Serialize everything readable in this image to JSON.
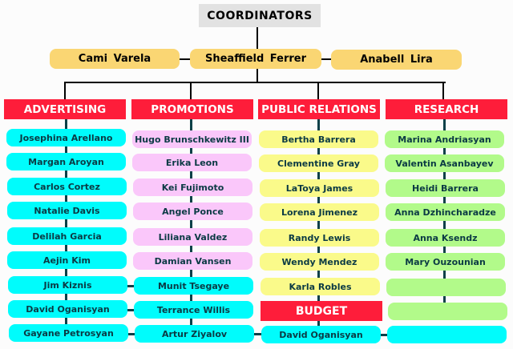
{
  "title": "COORDINATORS",
  "coordinators": [
    "Cami  Varela",
    "Sheaffield  Ferrer",
    "Anabell  Lira"
  ],
  "departments": {
    "advertising": {
      "label": "ADVERTISING",
      "members": [
        "Josephina Arellano",
        "Margan Aroyan",
        "Carlos Cortez",
        "Natalie Davis",
        "Delilah Garcia",
        "Aejin Kim",
        "Jim Kiznis",
        "David Oganisyan",
        "Gayane Petrosyan"
      ]
    },
    "promotions": {
      "label": "PROMOTIONS",
      "members": [
        "Hugo Brunschkewitz III",
        "Erika Leon",
        "Kei Fujimoto",
        "Angel Ponce",
        "Liliana Valdez",
        "Damian Vansen"
      ],
      "shared": [
        "Munit Tsegaye",
        "Terrance Willis",
        "Artur Ziyalov"
      ]
    },
    "public_relations": {
      "label": "PUBLIC RELATIONS",
      "members": [
        "Bertha Barrera",
        "Clementine Gray",
        "LaToya James",
        "Lorena Jimenez",
        "Randy Lewis",
        "Wendy Mendez",
        "Karla Robles"
      ]
    },
    "research": {
      "label": "RESEARCH",
      "members": [
        "Marina Andriasyan",
        "Valentin Asanbayev",
        "Heidi Barrera",
        "Anna Dzhincharadze",
        "Anna Ksendz",
        "Mary Ouzounian",
        "",
        ""
      ],
      "shared_empty": ""
    },
    "budget": {
      "label": "BUDGET",
      "members": [
        "David Oganisyan"
      ]
    }
  },
  "colors": {
    "coordinator": "#fad673",
    "department_header": "#fe1d3a",
    "advertising": "#00fcfc",
    "promotions": "#fac7fa",
    "public_relations": "#fafa8a",
    "research": "#b2fa8a"
  }
}
